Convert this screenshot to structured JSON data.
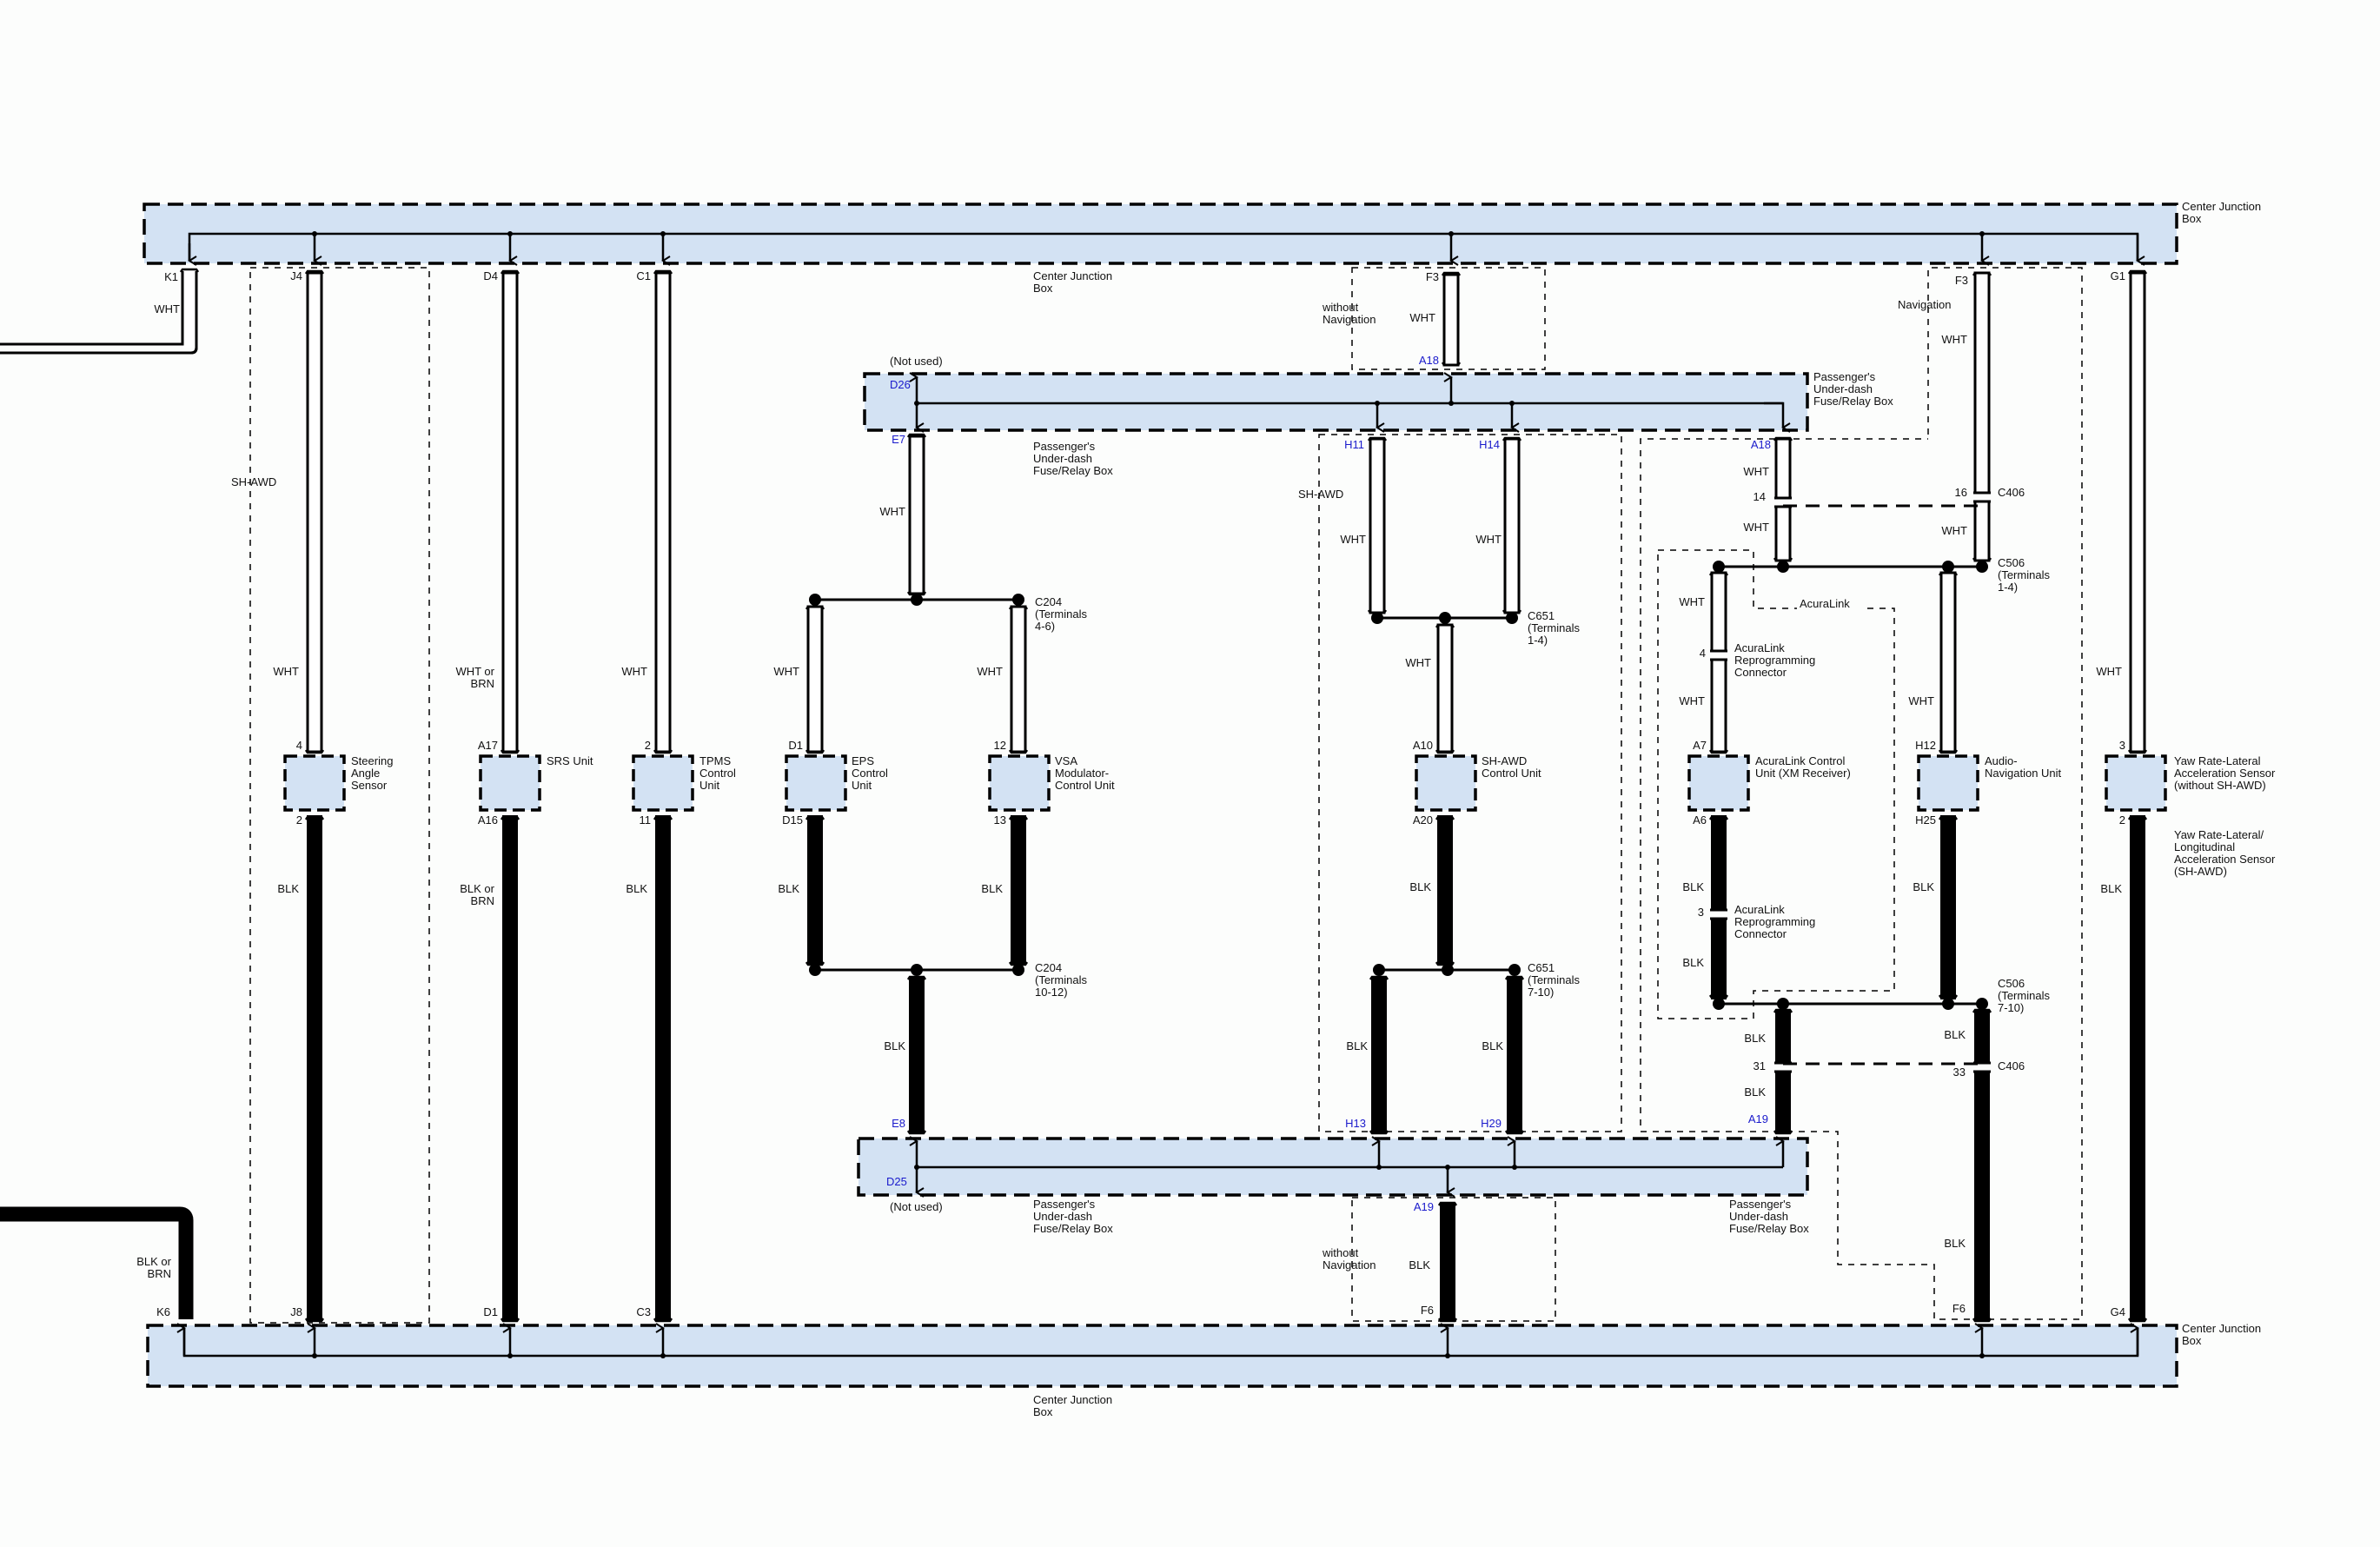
{
  "colors": {
    "box_fill": "#d3e2f3",
    "wire": "#000000",
    "terminal_blue": "#1a1acc",
    "background": "#fcfdfc"
  },
  "boxes": {
    "cjb_top": {
      "label": [
        "Center Junction",
        "Box"
      ]
    },
    "cjb_top_inner": {
      "label": [
        "Center Junction",
        "Box"
      ]
    },
    "pud_upper": {
      "label": [
        "Passenger's",
        "Under-dash",
        "Fuse/Relay Box"
      ],
      "not_used": "(Not used)"
    },
    "pud_upper_inner": {
      "label": [
        "Passenger's",
        "Under-dash",
        "Fuse/Relay Box"
      ]
    },
    "pud_lower": {
      "label": [
        "Passenger's",
        "Under-dash",
        "Fuse/Relay Box"
      ],
      "not_used": "(Not used)"
    },
    "pud_lower_inner": {
      "label": [
        "Passenger's",
        "Under-dash",
        "Fuse/Relay Box"
      ]
    },
    "cjb_bottom": {
      "label": [
        "Center Junction",
        "Box"
      ]
    },
    "cjb_bottom_inner": {
      "label": [
        "Center Junction",
        "Box"
      ]
    }
  },
  "options": {
    "sh_awd_left": "SH-AWD",
    "sh_awd_mid": "SH-AWD",
    "without_nav_top": [
      "without",
      "Navigation"
    ],
    "without_nav_bottom": [
      "without",
      "Navigation"
    ],
    "navigation": "Navigation",
    "acuralink": "AcuraLink"
  },
  "components": [
    {
      "id": "steering",
      "name": [
        "Steering",
        "Angle",
        "Sensor"
      ],
      "top_pin": "4",
      "bottom_pin": "2",
      "top_wire": "WHT",
      "bottom_wire": "BLK",
      "cjb_top_pin": "J4",
      "cjb_bottom_pin": "J8"
    },
    {
      "id": "srs",
      "name": [
        "SRS Unit"
      ],
      "top_pin": "A17",
      "bottom_pin": "A16",
      "top_wire": [
        "WHT or",
        "BRN"
      ],
      "bottom_wire": [
        "BLK or",
        "BRN"
      ],
      "cjb_top_pin": "D4",
      "cjb_bottom_pin": "D1"
    },
    {
      "id": "tpms",
      "name": [
        "TPMS",
        "Control",
        "Unit"
      ],
      "top_pin": "2",
      "bottom_pin": "11",
      "top_wire": "WHT",
      "bottom_wire": "BLK",
      "cjb_top_pin": "C1",
      "cjb_bottom_pin": "C3"
    },
    {
      "id": "eps",
      "name": [
        "EPS",
        "Control",
        "Unit"
      ],
      "top_pin": "D1",
      "bottom_pin": "D15",
      "top_wire": "WHT",
      "bottom_wire": "BLK"
    },
    {
      "id": "vsa",
      "name": [
        "VSA",
        "Modulator-",
        "Control Unit"
      ],
      "top_pin": "12",
      "bottom_pin": "13",
      "top_wire": "WHT",
      "bottom_wire": "BLK"
    },
    {
      "id": "shawd",
      "name": [
        "SH-AWD",
        "Control Unit"
      ],
      "top_pin": "A10",
      "bottom_pin": "A20",
      "top_wire": "WHT",
      "bottom_wire": "BLK"
    },
    {
      "id": "acuralink",
      "name": [
        "AcuraLink Control",
        "Unit (XM Receiver)"
      ],
      "top_pin": "A7",
      "bottom_pin": "A6",
      "top_wire": "WHT",
      "bottom_wire": "BLK"
    },
    {
      "id": "audionav",
      "name": [
        "Audio-",
        "Navigation Unit"
      ],
      "top_pin": "H12",
      "bottom_pin": "H25",
      "top_wire": "WHT",
      "bottom_wire": "BLK"
    },
    {
      "id": "yaw",
      "name": [
        "Yaw Rate-Lateral",
        "Acceleration Sensor",
        "(without SH-AWD)"
      ],
      "name2": [
        "Yaw Rate-Lateral/",
        "Longitudinal",
        "Acceleration Sensor",
        "(SH-AWD)"
      ],
      "top_pin": "3",
      "bottom_pin": "2",
      "top_wire": "WHT",
      "bottom_wire": "BLK",
      "cjb_top_pin": "G1",
      "cjb_bottom_pin": "G4"
    }
  ],
  "pins": {
    "K1": "K1",
    "K6": "K6",
    "k1_wire": "WHT",
    "k6_wire": [
      "BLK or",
      "BRN"
    ],
    "F3_mid": "F3",
    "A18_mid": "A18",
    "f3_mid_wire": "WHT",
    "D26": "D26",
    "E7": "E7",
    "e7_wire": "WHT",
    "H11": "H11",
    "H14": "H14",
    "h11_wire": "WHT",
    "h14_wire": "WHT",
    "A18_right": "A18",
    "a18_wire1": "WHT",
    "a18_wire2": "WHT",
    "F3_right": "F3",
    "f3_right_wire1": "WHT",
    "f3_right_wire2": "WHT",
    "c406_top_left": "14",
    "c406_top_right": "16",
    "c406_top": "C406",
    "c506_top": [
      "C506",
      "(Terminals",
      "1-4)"
    ],
    "c204_top": [
      "C204",
      "(Terminals",
      "4-6)"
    ],
    "c651_top": [
      "C651",
      "(Terminals",
      "1-4)"
    ],
    "c204_bottom": [
      "C204",
      "(Terminals",
      "10-12)"
    ],
    "c651_bottom": [
      "C651",
      "(Terminals",
      "7-10)"
    ],
    "c506_bottom": [
      "C506",
      "(Terminals",
      "7-10)"
    ],
    "acl_reprog_top_pin": "4",
    "acl_reprog_top": [
      "AcuraLink",
      "Reprogramming",
      "Connector"
    ],
    "acl_reprog_bottom_pin": "3",
    "acl_reprog_bottom": [
      "AcuraLink",
      "Reprogramming",
      "Connector"
    ],
    "acl_top_wire": "WHT",
    "acl_bottom_wire1": "BLK",
    "acl_bottom_wire2": "BLK",
    "e8_wire": "BLK",
    "E8": "E8",
    "D25": "D25",
    "H13": "H13",
    "H29": "H29",
    "h13_wire": "BLK",
    "h29_wire": "BLK",
    "A19_right": "A19",
    "a19_wire1": "BLK",
    "a19_wire2": "BLK",
    "c406_bot_left": "31",
    "c406_bot_right": "33",
    "c406_bot": "C406",
    "audio_bot_wire2": "BLK",
    "F6_right": "F6",
    "A19_mid": "A19",
    "F6_mid": "F6",
    "a19_mid_wire": "BLK",
    "shawd_wht": "WHT",
    "shawd_blk": "BLK"
  }
}
